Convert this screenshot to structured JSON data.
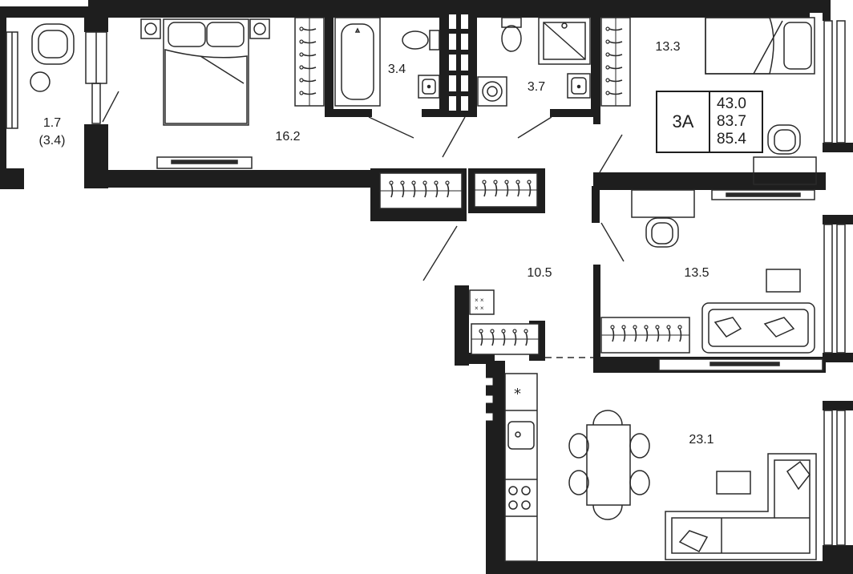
{
  "plan": {
    "type_code": "3А",
    "areas": {
      "living": "43.0",
      "total": "83.7",
      "with_balcony": "85.4"
    },
    "rooms": [
      {
        "id": "balcony",
        "label": "1.7",
        "sublabel": "(3.4)"
      },
      {
        "id": "bedroom",
        "label": "16.2"
      },
      {
        "id": "bathroom",
        "label": "3.4"
      },
      {
        "id": "shower-room",
        "label": "3.7"
      },
      {
        "id": "bedroom-2",
        "label": "13.3"
      },
      {
        "id": "hallway",
        "label": "10.5"
      },
      {
        "id": "room-3",
        "label": "13.5"
      },
      {
        "id": "kitchen-living",
        "label": "23.1"
      }
    ],
    "colors": {
      "wall": "#1e1e1e",
      "line": "#2a2a2a",
      "floor": "#ffffff"
    }
  }
}
